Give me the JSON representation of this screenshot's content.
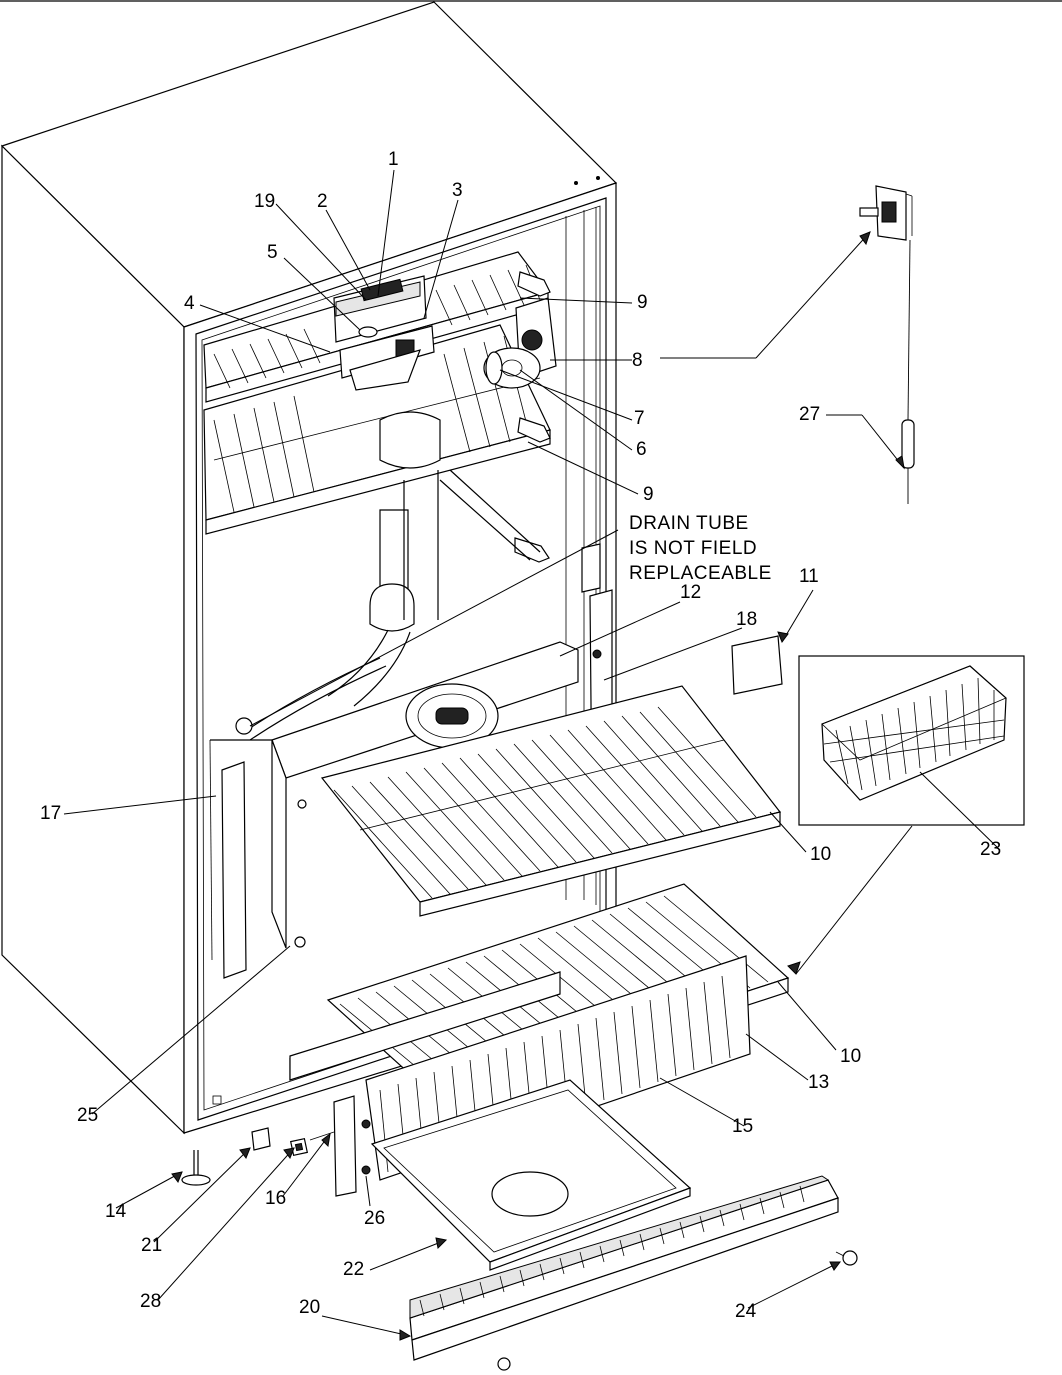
{
  "diagram": {
    "note_lines": [
      "DRAIN TUBE",
      "IS NOT FIELD",
      "REPLACEABLE"
    ],
    "callouts": [
      {
        "id": "c1",
        "text": "1"
      },
      {
        "id": "c2",
        "text": "2"
      },
      {
        "id": "c3",
        "text": "3"
      },
      {
        "id": "c4",
        "text": "4"
      },
      {
        "id": "c5",
        "text": "5"
      },
      {
        "id": "c6",
        "text": "6"
      },
      {
        "id": "c7",
        "text": "7"
      },
      {
        "id": "c8",
        "text": "8"
      },
      {
        "id": "c9a",
        "text": "9"
      },
      {
        "id": "c9b",
        "text": "9"
      },
      {
        "id": "c10a",
        "text": "10"
      },
      {
        "id": "c10b",
        "text": "10"
      },
      {
        "id": "c11",
        "text": "11"
      },
      {
        "id": "c12",
        "text": "12"
      },
      {
        "id": "c13",
        "text": "13"
      },
      {
        "id": "c14",
        "text": "14"
      },
      {
        "id": "c15",
        "text": "15"
      },
      {
        "id": "c16",
        "text": "16"
      },
      {
        "id": "c17",
        "text": "17"
      },
      {
        "id": "c18",
        "text": "18"
      },
      {
        "id": "c19",
        "text": "19"
      },
      {
        "id": "c20",
        "text": "20"
      },
      {
        "id": "c21",
        "text": "21"
      },
      {
        "id": "c22",
        "text": "22"
      },
      {
        "id": "c23",
        "text": "23"
      },
      {
        "id": "c24",
        "text": "24"
      },
      {
        "id": "c25",
        "text": "25"
      },
      {
        "id": "c26",
        "text": "26"
      },
      {
        "id": "c27",
        "text": "27"
      },
      {
        "id": "c28",
        "text": "28"
      }
    ]
  }
}
